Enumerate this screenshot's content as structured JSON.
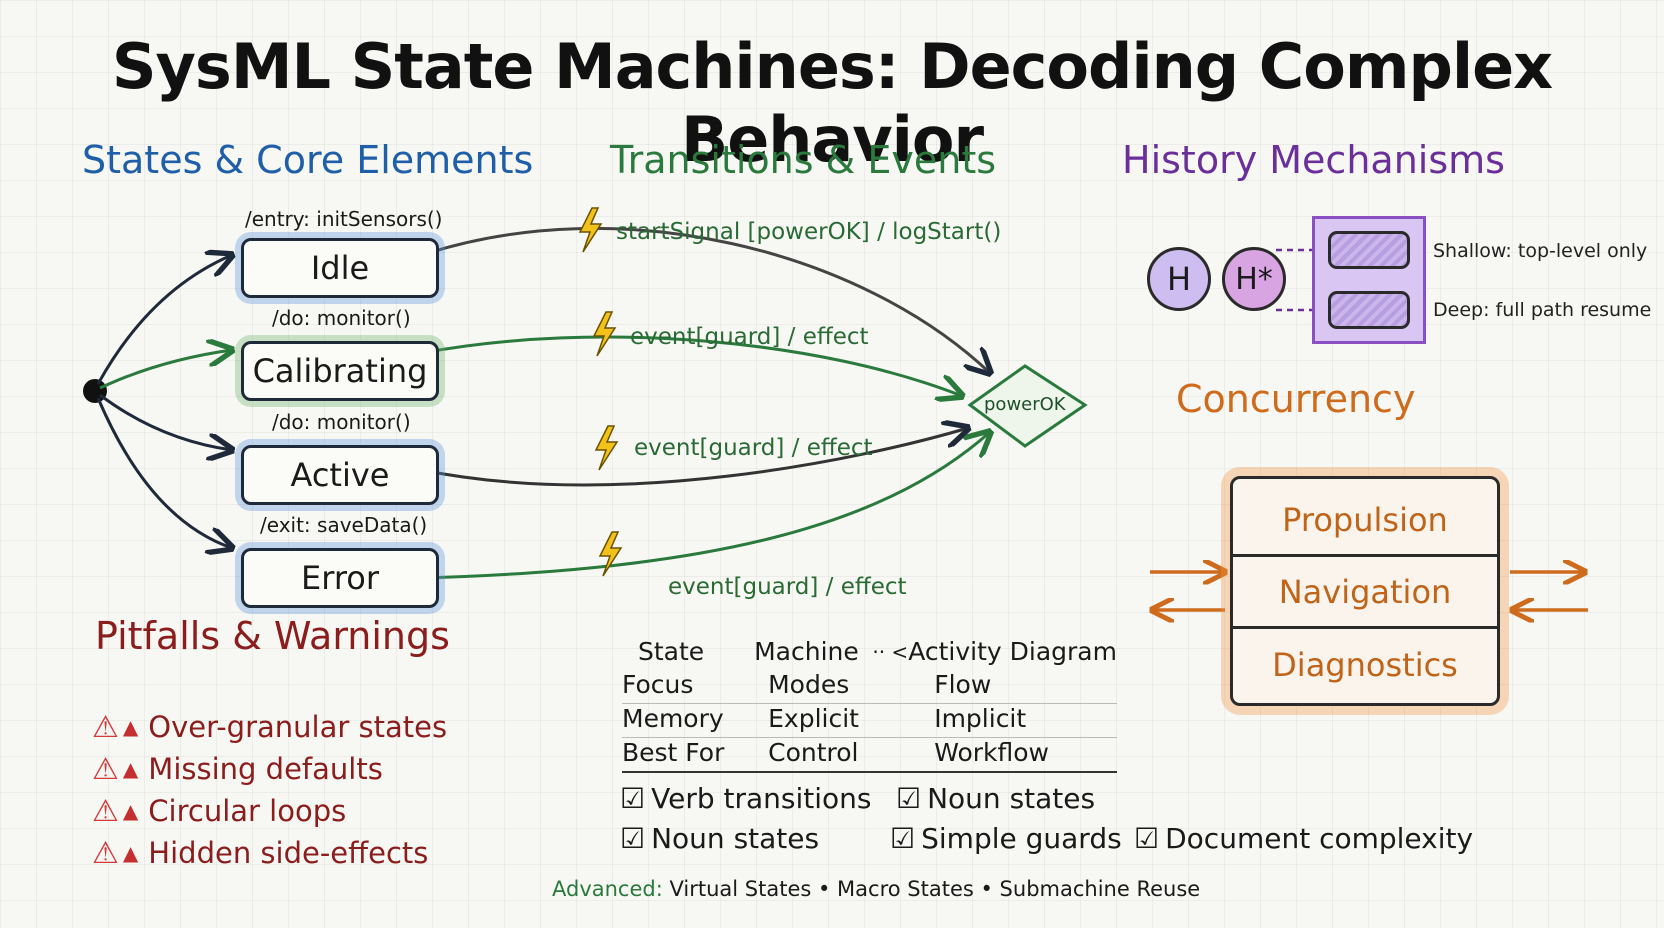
{
  "title": "SysML State Machines: Decoding Complex Behavior",
  "sections": {
    "states": "States & Core Elements",
    "transitions": "Transitions & Events",
    "history": "History Mechanisms",
    "concurrency": "Concurrency",
    "pitfalls": "Pitfalls & Warnings"
  },
  "states": [
    {
      "label": "Idle",
      "note": "/entry: initSensors()"
    },
    {
      "label": "Calibrating",
      "note": "/do: monitor()"
    },
    {
      "label": "Active",
      "note": "/do: monitor()"
    },
    {
      "label": "Error",
      "note": "/exit: saveData()"
    }
  ],
  "transitions": [
    {
      "label": "startSignal [powerOK] / logStart()"
    },
    {
      "label": "event[guard] / effect"
    },
    {
      "label": "event[guard] / effect"
    },
    {
      "label": "event[guard] / effect"
    }
  ],
  "choice_label": "powerOK",
  "history": {
    "shallow_symbol": "H",
    "deep_symbol": "H*",
    "shallow_note": "Shallow: top-level only",
    "deep_note": "Deep: full path resume"
  },
  "concurrency": {
    "regions": [
      "Propulsion",
      "Navigation",
      "Diagnostics"
    ]
  },
  "pitfalls": [
    "Over-granular states",
    "Missing defaults",
    "Circular loops",
    "Hidden side-effects"
  ],
  "comparison": {
    "header": [
      "State",
      "Machine",
      "Activity Diagram"
    ],
    "separator": "·· <",
    "rows": [
      [
        "Focus",
        "Modes",
        "Flow"
      ],
      [
        "Memory",
        "Explicit",
        "Implicit"
      ],
      [
        "Best For",
        "Control",
        "Workflow"
      ]
    ]
  },
  "checklist": [
    "Verb transitions",
    "Noun states",
    "Noun states",
    "Simple guards",
    "Document complexity"
  ],
  "advanced": {
    "prefix": "Advanced:",
    "text": "Virtual States • Macro States • Submachine Reuse"
  },
  "colors": {
    "blue": "#1f5ea8",
    "green": "#2b7a3d",
    "purple": "#6a2f9a",
    "orange": "#cf6b1c",
    "red": "#8c1d1d"
  }
}
